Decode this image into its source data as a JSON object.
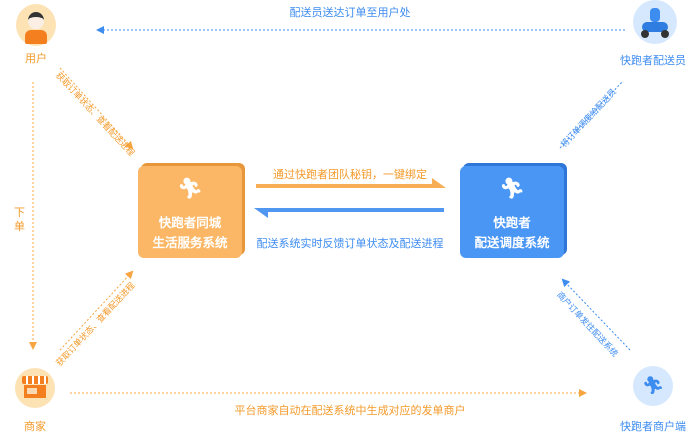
{
  "nodes": {
    "user": "用户",
    "merchant": "商家",
    "rider": "快跑者配送员",
    "merchant_app": "快跑者商户端"
  },
  "systems": {
    "left": {
      "line1": "快跑者同城",
      "line2": "生活服务系统"
    },
    "right": {
      "line1": "快跑者",
      "line2": "配送调度系统"
    }
  },
  "flows": {
    "top": "配送员送达订单至用户处",
    "bottom": "平台商家自动在配送系统中生成对应的发单商户",
    "left_vertical": "下单",
    "middle_right": "通过快跑者团队秘钥，一键绑定",
    "middle_left": "配送系统实时反馈订单状态及配送进程",
    "user_to_system": "获取订单状态、查看配送进程",
    "merchant_to_system": "获取订单状态、查看配送进程",
    "system_to_rider": "将订单调度给配送员",
    "merchant_app_to_system": "商户订单发往配送系统"
  },
  "colors": {
    "orange": "#f7a541",
    "blue": "#3d8cf0"
  }
}
